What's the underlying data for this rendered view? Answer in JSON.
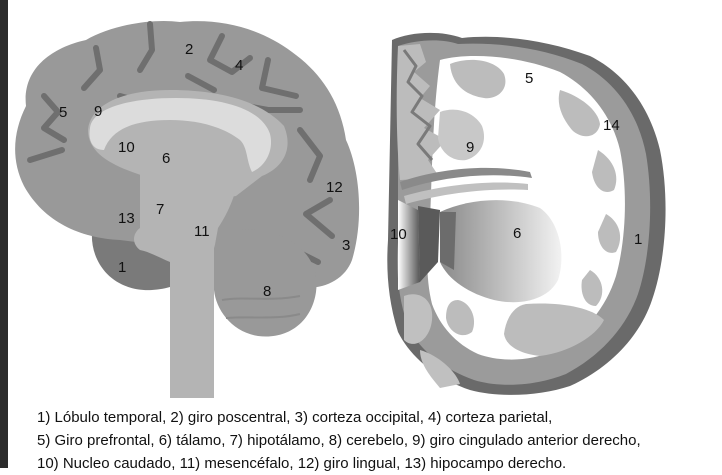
{
  "diagram": {
    "sagittal_labels": {
      "l1": "1",
      "l2": "2",
      "l3": "3",
      "l4": "4",
      "l5": "5",
      "l6": "6",
      "l7": "7",
      "l8": "8",
      "l9": "9",
      "l10": "10",
      "l11": "11",
      "l12": "12",
      "l13": "13"
    },
    "coronal_labels": {
      "l1": "1",
      "l5": "5",
      "l6": "6",
      "l9": "9",
      "l10": "10",
      "l14": "14"
    }
  },
  "legend": {
    "line1": "1)   Lóbulo temporal, 2) giro poscentral, 3) corteza occipital, 4) corteza parietal,",
    "line2": "5) Giro prefrontal,  6) tálamo, 7) hipotálamo, 8) cerebelo, 9) giro cingulado anterior derecho,",
    "line3": "10) Nucleo caudado, 11) mesencéfalo, 12) giro lingual, 13) hipocampo derecho."
  },
  "colors": {
    "cortex": "#999999",
    "sulcus": "#6f6f6f",
    "deep": "#b4b4b4",
    "callosum": "#dcdcdc",
    "temporal": "#7a7a7a",
    "white_matter": "#ffffff",
    "outer_rim": "#6a6a6a"
  }
}
